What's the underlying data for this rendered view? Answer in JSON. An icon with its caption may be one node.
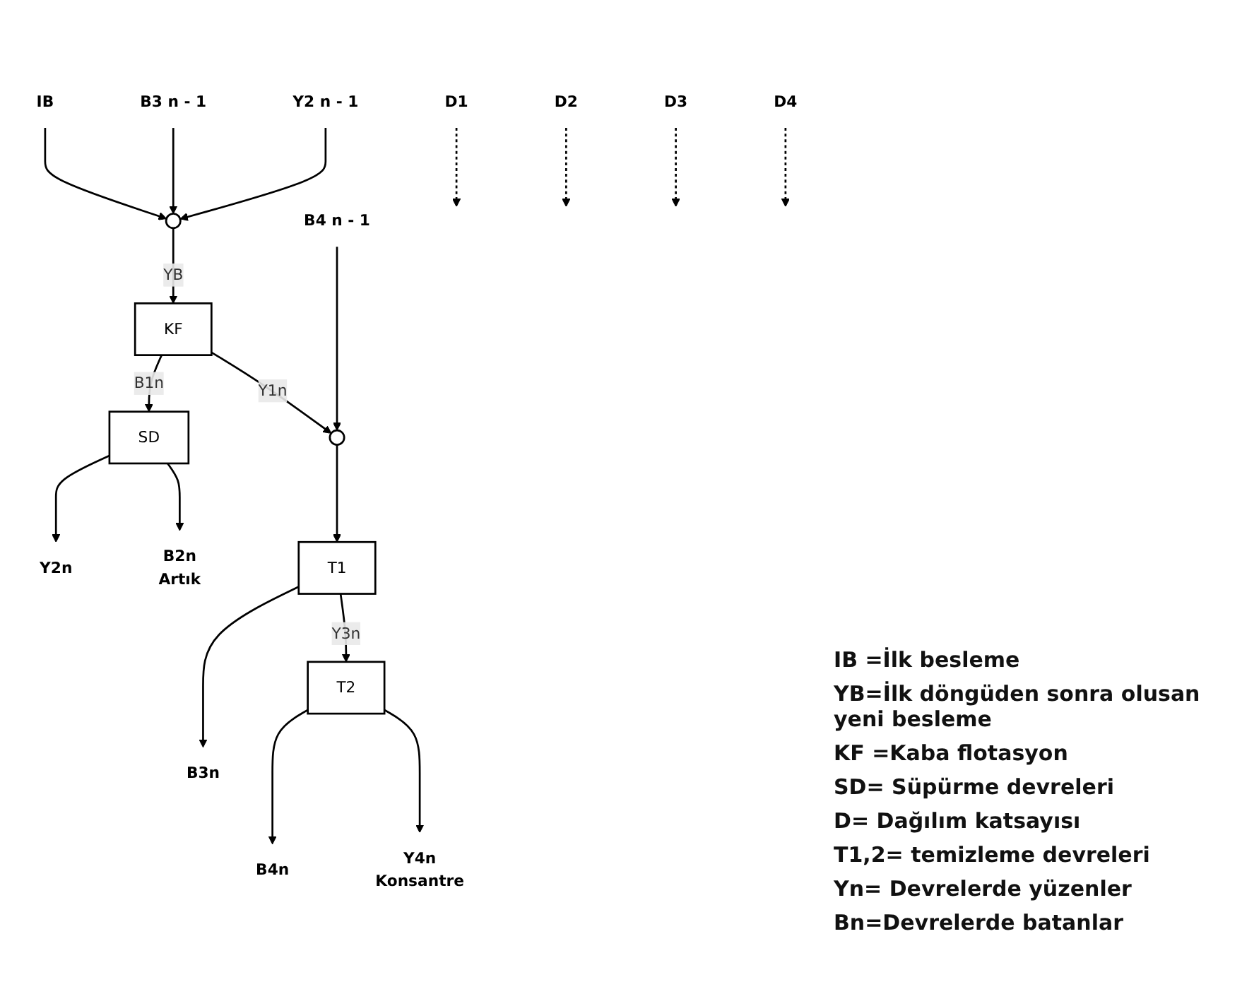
{
  "diagram": {
    "nodes": [
      {
        "text": [
          "IB"
        ]
      },
      {
        "text": [
          "B3 n - 1"
        ]
      },
      {
        "text": [
          "Y2 n - 1"
        ]
      },
      {
        "text": [],
        "shape": "circle"
      },
      {
        "text": [
          "KF"
        ]
      },
      {
        "text": [
          "D1"
        ]
      },
      {
        "text": [
          "SD"
        ]
      },
      {
        "text": [
          "D2"
        ]
      },
      {
        "text": [
          "Y2n"
        ]
      },
      {
        "text": [
          "B2n",
          "Artık"
        ]
      },
      {
        "text": [
          "B4 n - 1"
        ]
      },
      {
        "text": [],
        "shape": "circle"
      },
      {
        "text": [
          "D3"
        ]
      },
      {
        "text": [
          "T1"
        ]
      },
      {
        "text": [
          "B3n"
        ]
      },
      {
        "text": [
          "D4"
        ]
      },
      {
        "text": [
          "T2"
        ]
      },
      {
        "text": [
          "B4n"
        ]
      },
      {
        "text": [
          "Y4n",
          "Konsantre"
        ]
      }
    ],
    "edges": [
      {
        "from": 0,
        "to": 3,
        "arrow": "to"
      },
      {
        "from": 1,
        "to": 3,
        "arrow": "to"
      },
      {
        "from": 2,
        "to": 3,
        "arrow": "to"
      },
      {
        "from": 3,
        "to": 4,
        "arrow": "to",
        "label": "YB"
      },
      {
        "from": 5,
        "to": null,
        "arrow": "to",
        "style": "dashed"
      },
      {
        "from": 4,
        "to": 6,
        "arrow": "to",
        "label": "B1n"
      },
      {
        "from": 7,
        "to": null,
        "arrow": "to",
        "style": "dashed"
      },
      {
        "from": 6,
        "to": 8,
        "arrow": "to"
      },
      {
        "from": 6,
        "to": 9,
        "arrow": "to"
      },
      {
        "from": 4,
        "to": 11,
        "arrow": "to",
        "label": "Y1n"
      },
      {
        "from": 10,
        "to": 11,
        "arrow": "to"
      },
      {
        "from": 11,
        "to": 13,
        "arrow": "to"
      },
      {
        "from": 12,
        "to": null,
        "arrow": "to",
        "style": "dashed"
      },
      {
        "from": 13,
        "to": 14,
        "arrow": "to"
      },
      {
        "from": 13,
        "to": 16,
        "arrow": "to",
        "label": "Y3n"
      },
      {
        "from": 15,
        "to": null,
        "arrow": "to",
        "style": "dashed"
      },
      {
        "from": 16,
        "to": 17,
        "arrow": "to"
      },
      {
        "from": 16,
        "to": 18,
        "arrow": "to"
      }
    ],
    "labels": [
      "IB =İlk besleme",
      "YB=İlk döngüden sonra olusan yeni besleme",
      "KF =Kaba flotasyon",
      "SD= Süpürme devreleri",
      "D= Dağılım katsayısı",
      "T1,2= temizleme devreleri",
      "Yn= Devrelerde yüzenler",
      "Bn=Devrelerde batanlar"
    ]
  }
}
